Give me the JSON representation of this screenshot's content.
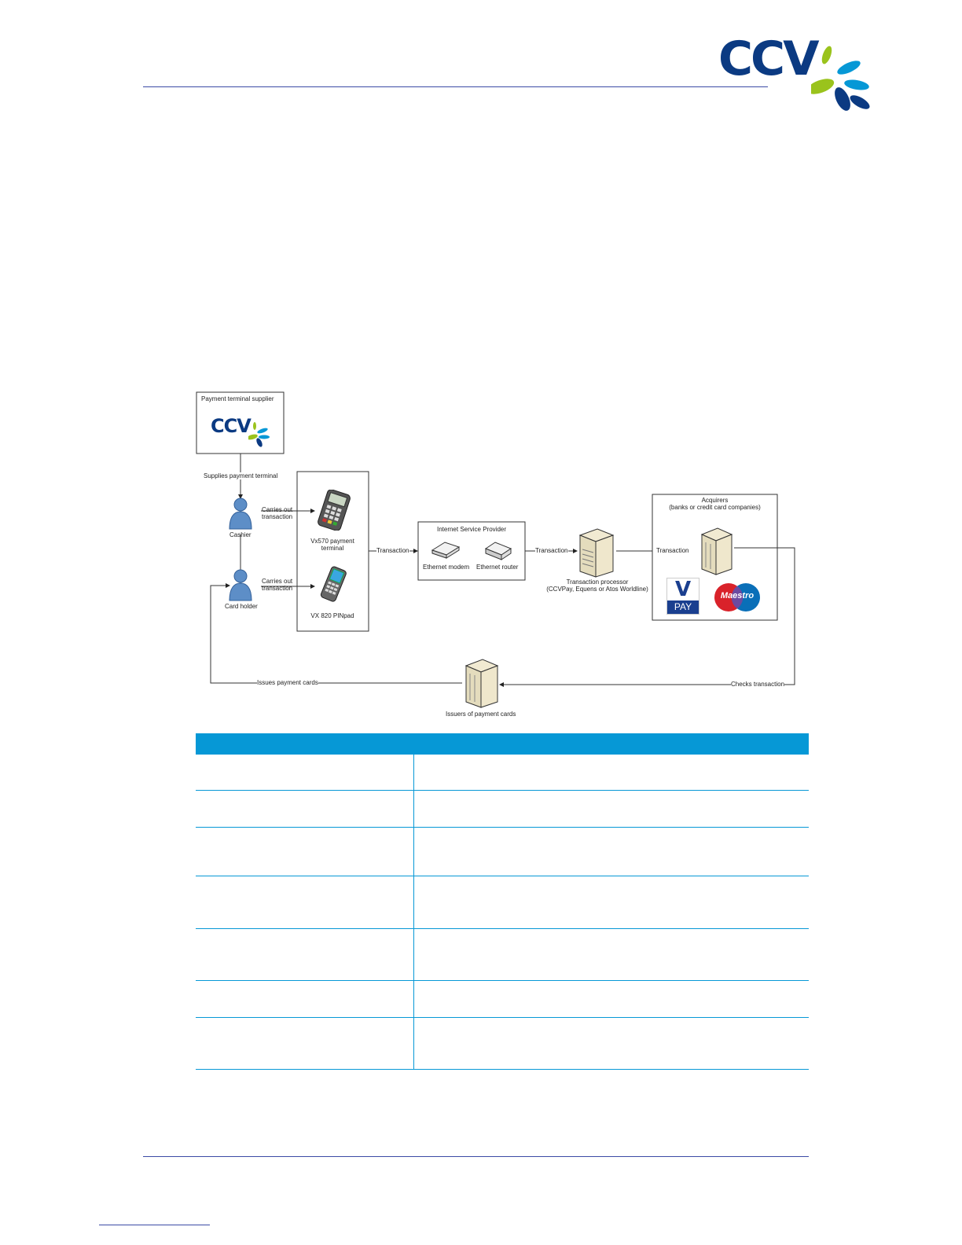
{
  "header": {
    "logo_text": "CCV"
  },
  "diagram": {
    "supplier_box_title": "Payment terminal supplier",
    "supplier_logo_text": "CCV",
    "supplies_label": "Supplies payment terminal",
    "cashier_label": "Cashier",
    "card_holder_label": "Card holder",
    "carries_out_1": "Carries out",
    "carries_out_1b": "transaction",
    "carries_out_2": "Carries out",
    "carries_out_2b": "transaction",
    "vx570_label_1": "Vx570 payment",
    "vx570_label_2": "terminal",
    "vx820_label": "VX 820 PINpad",
    "transaction_1": "Transaction",
    "isp_title": "Internet Service Provider",
    "ethernet_modem": "Ethernet modem",
    "ethernet_router": "Ethernet router",
    "transaction_2": "Transaction",
    "processor_label_1": "Transaction processor",
    "processor_label_2": "(CCVPay, Equens or Atos Worldline)",
    "acquirers_title_1": "Acquirers",
    "acquirers_title_2": "(banks or credit card companies)",
    "transaction_3": "Transaction",
    "vpay_v": "V",
    "vpay_pay": "PAY",
    "maestro": "Maestro",
    "issues_cards": "Issues payment cards",
    "checks_transaction": "Checks transaction",
    "issuers_label": "Issuers of payment cards"
  },
  "table": {
    "rows": 7
  },
  "colors": {
    "brand_blue": "#0b3a82",
    "brand_green": "#9ac31c",
    "brand_cyan": "#0698d6",
    "rule_blue": "#3b4aa5"
  }
}
